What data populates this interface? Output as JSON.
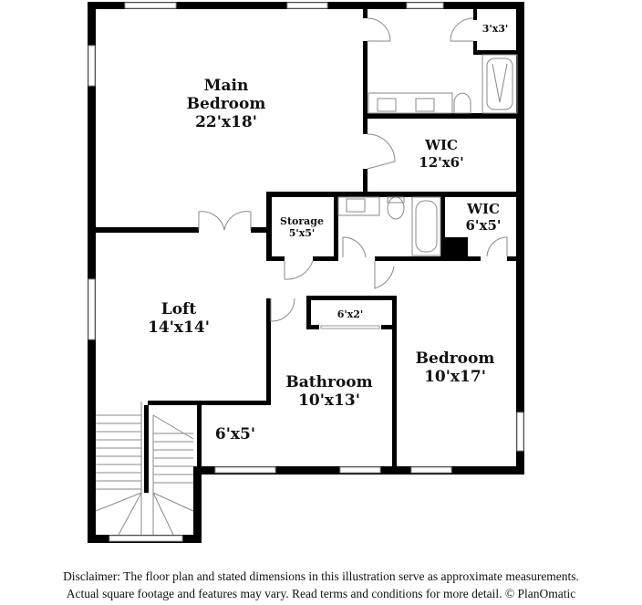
{
  "floor_plan": {
    "rooms": [
      {
        "id": "main-bedroom",
        "name_line1": "Main",
        "name_line2": "Bedroom",
        "dims": "22'x18'"
      },
      {
        "id": "main-bath-closet",
        "name_line1": "",
        "name_line2": "",
        "dims": "3'x3'"
      },
      {
        "id": "wic-main",
        "name_line1": "WIC",
        "name_line2": "",
        "dims": "12'x6'"
      },
      {
        "id": "storage",
        "name_line1": "Storage",
        "name_line2": "",
        "dims": "5'x5'"
      },
      {
        "id": "wic-bedroom",
        "name_line1": "WIC",
        "name_line2": "",
        "dims": "6'x5'"
      },
      {
        "id": "linen-closet",
        "name_line1": "",
        "name_line2": "",
        "dims": "6'x2'"
      },
      {
        "id": "loft",
        "name_line1": "Loft",
        "name_line2": "",
        "dims": "14'x14'"
      },
      {
        "id": "bathroom",
        "name_line1": "Bathroom",
        "name_line2": "",
        "dims": "10'x13'"
      },
      {
        "id": "bedroom",
        "name_line1": "Bedroom",
        "name_line2": "",
        "dims": "10'x17'"
      },
      {
        "id": "stair-landing",
        "name_line1": "",
        "name_line2": "",
        "dims": "6'x5'"
      }
    ],
    "fixtures": [
      "double-vanity",
      "toilet",
      "bathtub",
      "sink",
      "stairs"
    ],
    "colors": {
      "wall": "#000000",
      "fixture": "#8a8a8a",
      "background": "#ffffff"
    }
  },
  "disclaimer": {
    "line1": "Disclaimer: The floor plan and stated dimensions in this illustration serve as approximate measurements.",
    "line2": "Actual square footage and features may vary. Read terms and conditions for more detail. © PlanOmatic"
  }
}
